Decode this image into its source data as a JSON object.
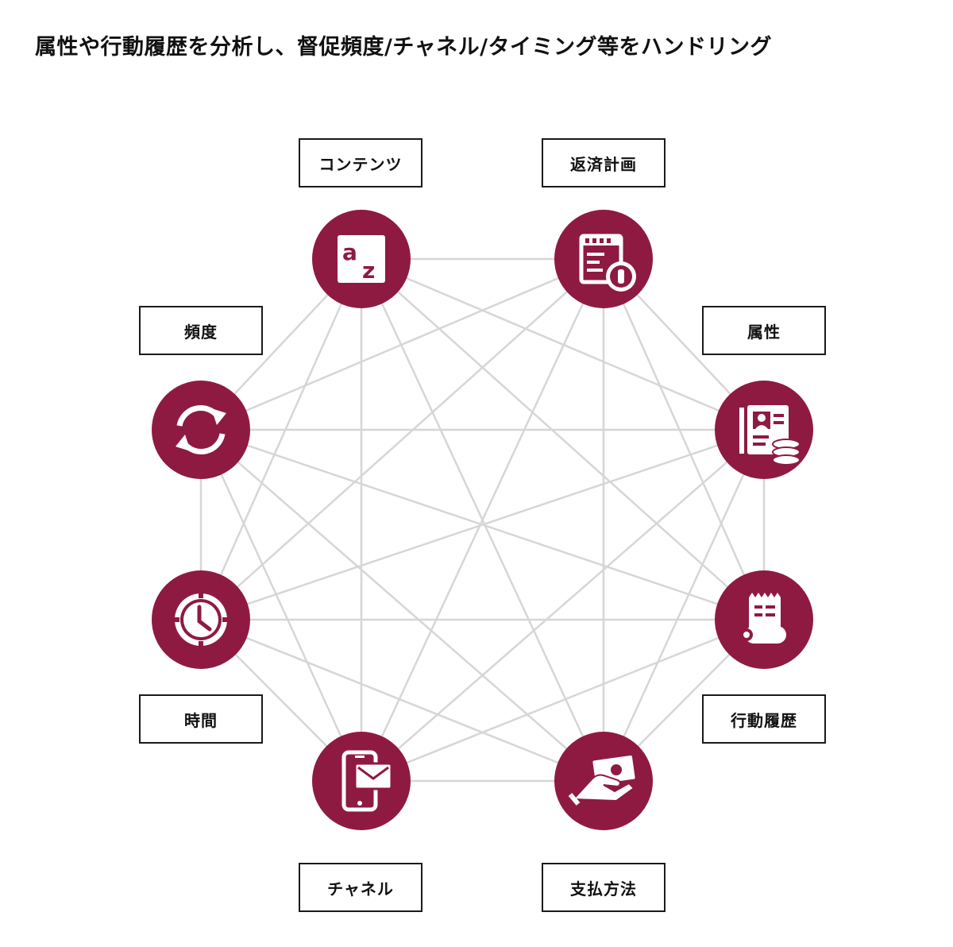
{
  "title": "属性や行動履歴を分析し、督促頻度/チャネル/タイミング等をハンドリング",
  "colors": {
    "node_fill": "#8e1a42",
    "edge": "#d6d6d6",
    "label_border": "#1a1a1a"
  },
  "nodes": [
    {
      "id": "contents",
      "label": "コンテンツ",
      "icon": "a-z-icon"
    },
    {
      "id": "repayment-plan",
      "label": "返済計画",
      "icon": "calendar-coin-icon"
    },
    {
      "id": "attributes",
      "label": "属性",
      "icon": "profile-card-coins-icon"
    },
    {
      "id": "action-history",
      "label": "行動履歴",
      "icon": "receipt-scroll-icon"
    },
    {
      "id": "payment-method",
      "label": "支払方法",
      "icon": "hand-cash-icon"
    },
    {
      "id": "channel",
      "label": "チャネル",
      "icon": "phone-mail-icon"
    },
    {
      "id": "time",
      "label": "時間",
      "icon": "clock-icon"
    },
    {
      "id": "frequency",
      "label": "頻度",
      "icon": "refresh-icon"
    }
  ]
}
